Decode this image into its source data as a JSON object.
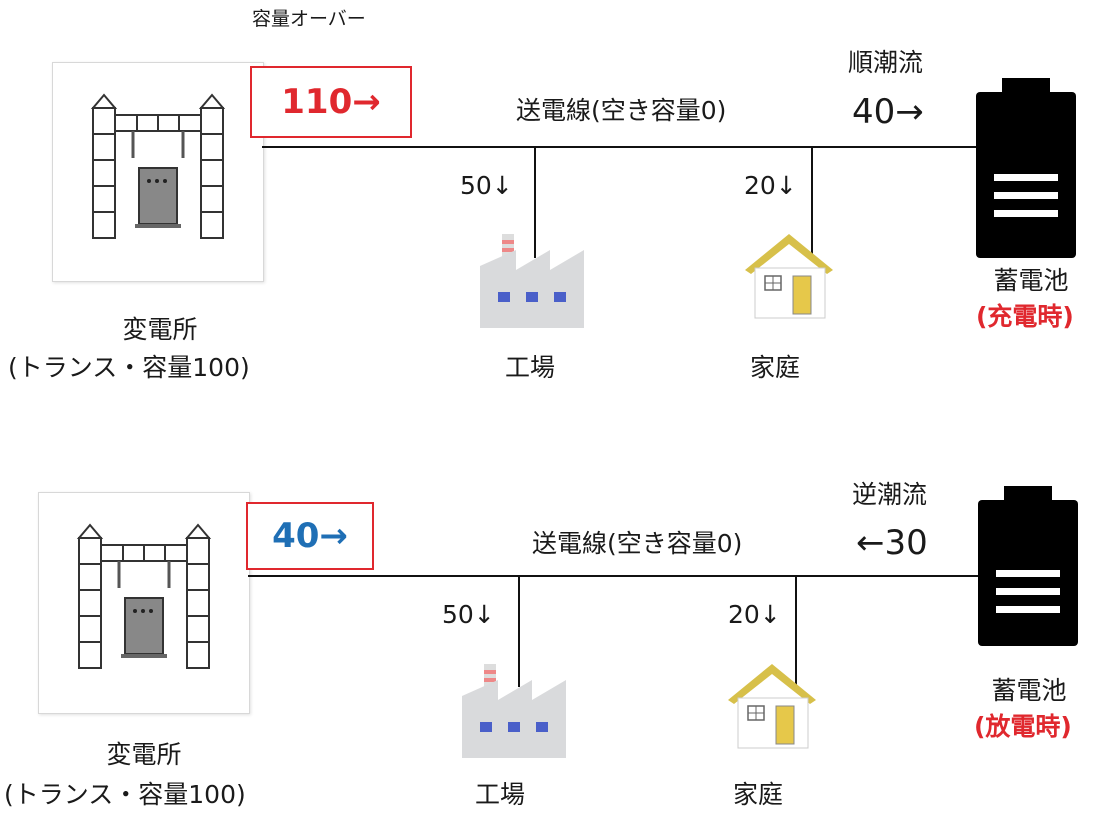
{
  "colors": {
    "overflow_red": "#e0282e",
    "ok_blue": "#1f6fb5",
    "line": "#111111",
    "factory_window": "#4a5fc9",
    "house_roof": "#d7c04a",
    "house_door": "#e6c84a"
  },
  "top": {
    "over_capacity_label": "容量オーバー",
    "substation_flow": "110→",
    "substation_flow_color": "#e0282e",
    "line_label": "送電線(空き容量0)",
    "flow_direction_label": "順潮流",
    "battery_flow": "40→",
    "factory_demand": "50↓",
    "house_demand": "20↓",
    "substation_name": "変電所",
    "substation_detail": "(トランス・容量100)",
    "factory_name": "工場",
    "house_name": "家庭",
    "battery_name": "蓄電池",
    "battery_state": "(充電時)"
  },
  "bottom": {
    "substation_flow": "40→",
    "substation_flow_color": "#1f6fb5",
    "line_label": "送電線(空き容量0)",
    "flow_direction_label": "逆潮流",
    "battery_flow": "←30",
    "factory_demand": "50↓",
    "house_demand": "20↓",
    "substation_name": "変電所",
    "substation_detail": "(トランス・容量100)",
    "factory_name": "工場",
    "house_name": "家庭",
    "battery_name": "蓄電池",
    "battery_state": "(放電時)"
  }
}
